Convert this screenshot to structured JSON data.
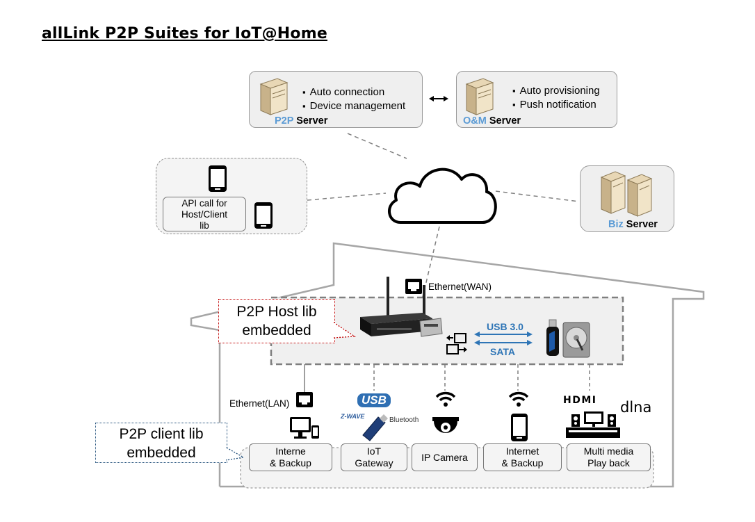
{
  "title": "allLink P2P Suites for IoT@Home",
  "p2p_server": {
    "bullets": [
      "Auto connection",
      "Device management"
    ],
    "label_highlight": "P2P",
    "label_rest": "Server"
  },
  "om_server": {
    "bullets": [
      "Auto provisioning",
      "Push notification"
    ],
    "label_highlight": "O&M",
    "label_rest": "Server"
  },
  "biz_server": {
    "label_highlight": "Biz",
    "label_rest": "Server"
  },
  "api": {
    "line1": "API call for",
    "line2": "Host/Client",
    "line3": "lib"
  },
  "host_lib": {
    "line1": "P2P Host lib",
    "line2": "embedded"
  },
  "client_lib": {
    "line1": "P2P client lib",
    "line2": "embedded"
  },
  "ethernet_wan": "Ethernet(WAN)",
  "ethernet_lan": "Ethernet(LAN)",
  "usb_label": "USB 3.0",
  "sata_label": "SATA",
  "usb_logo": "USB",
  "zwave_logo": "Z-WAVE",
  "bluetooth_logo": "Bluetooth",
  "hdmi_logo": "HDMI",
  "dlna_logo": "dlna",
  "devices": [
    {
      "line1": "Interne",
      "line2": "& Backup"
    },
    {
      "line1": "IoT",
      "line2": "Gateway"
    },
    {
      "line1": "IP Camera",
      "line2": ""
    },
    {
      "line1": "Internet",
      "line2": "& Backup"
    },
    {
      "line1": "Multi media",
      "line2": "Play back"
    }
  ],
  "colors": {
    "accent_blue": "#5b9bd5",
    "arrow_blue": "#2e75b6",
    "host_border": "#c00000",
    "client_border": "#1f4e79"
  },
  "icons": [
    "server-icon",
    "cloud-icon",
    "smartphone-icon",
    "router-icon",
    "ethernet-port-icon",
    "usb-drive-icon",
    "hard-disk-icon",
    "monitor-icon",
    "wifi-icon",
    "camera-icon",
    "tv-stand-icon",
    "usb-dongle-icon"
  ]
}
